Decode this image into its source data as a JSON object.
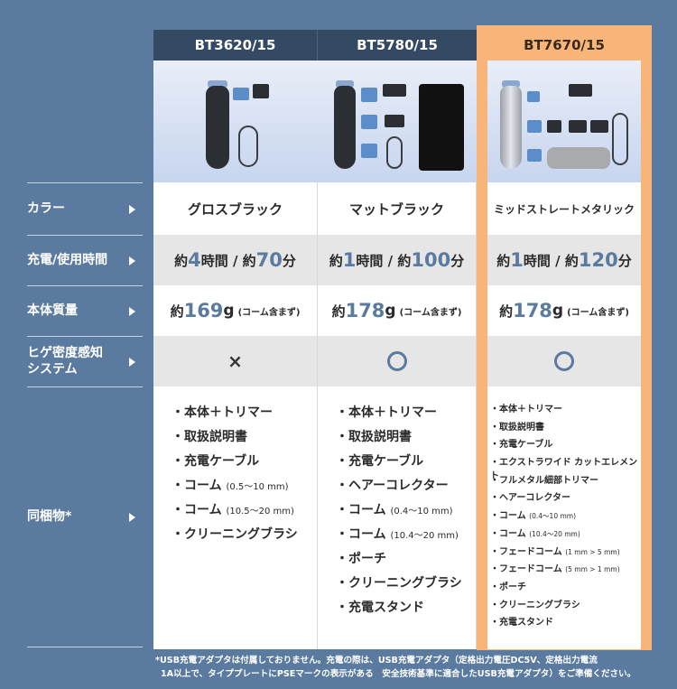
{
  "models": [
    {
      "name": "BT3620/15",
      "color": "グロスブラック",
      "time_prefix": "約",
      "time_charge": "4",
      "time_mid": "時間 / 約",
      "time_use": "70",
      "time_suffix": "分",
      "mass_prefix": "約",
      "mass_value": "169",
      "mass_unit": "g",
      "mass_note": "(コーム含まず)",
      "sensor": "×",
      "items": [
        {
          "text": "・本体＋トリマー",
          "sub": ""
        },
        {
          "text": "・取扱説明書",
          "sub": ""
        },
        {
          "text": "・充電ケーブル",
          "sub": ""
        },
        {
          "text": "・コーム",
          "sub": "(0.5〜10 mm)"
        },
        {
          "text": "・コーム",
          "sub": "(10.5〜20 mm)"
        },
        {
          "text": "・クリーニングブラシ",
          "sub": ""
        }
      ]
    },
    {
      "name": "BT5780/15",
      "color": "マットブラック",
      "time_prefix": "約",
      "time_charge": "1",
      "time_mid": "時間 / 約",
      "time_use": "100",
      "time_suffix": "分",
      "mass_prefix": "約",
      "mass_value": "178",
      "mass_unit": "g",
      "mass_note": "(コーム含まず)",
      "sensor": "○",
      "items": [
        {
          "text": "・本体＋トリマー",
          "sub": ""
        },
        {
          "text": "・取扱説明書",
          "sub": ""
        },
        {
          "text": "・充電ケーブル",
          "sub": ""
        },
        {
          "text": "・ヘアーコレクター",
          "sub": ""
        },
        {
          "text": "・コーム",
          "sub": "(0.4〜10 mm)"
        },
        {
          "text": "・コーム",
          "sub": "(10.4〜20 mm)"
        },
        {
          "text": "・ポーチ",
          "sub": ""
        },
        {
          "text": "・クリーニングブラシ",
          "sub": ""
        },
        {
          "text": "・充電スタンド",
          "sub": ""
        }
      ]
    },
    {
      "name": "BT7670/15",
      "color": "ミッドストレートメタリック",
      "time_prefix": "約",
      "time_charge": "1",
      "time_mid": "時間 / 約",
      "time_use": "120",
      "time_suffix": "分",
      "mass_prefix": "約",
      "mass_value": "178",
      "mass_unit": "g",
      "mass_note": "(コーム含まず)",
      "sensor": "○",
      "items": [
        {
          "text": "・本体＋トリマー",
          "sub": ""
        },
        {
          "text": "・取扱説明書",
          "sub": ""
        },
        {
          "text": "・充電ケーブル",
          "sub": ""
        },
        {
          "text": "・エクストラワイド カットエレメント",
          "sub": ""
        },
        {
          "text": "・フルメタル細部トリマー",
          "sub": ""
        },
        {
          "text": "・ヘアーコレクター",
          "sub": ""
        },
        {
          "text": "・コーム",
          "sub": "(0.4〜10 mm)"
        },
        {
          "text": "・コーム",
          "sub": "(10.4〜20 mm)"
        },
        {
          "text": "・フェードコーム",
          "sub": "(1 mm > 5 mm)"
        },
        {
          "text": "・フェードコーム",
          "sub": "(5 mm > 1 mm)"
        },
        {
          "text": "・ポーチ",
          "sub": ""
        },
        {
          "text": "・クリーニングブラシ",
          "sub": ""
        },
        {
          "text": "・充電スタンド",
          "sub": ""
        }
      ]
    }
  ],
  "row_labels": {
    "color": "カラー",
    "time": "充電/使用時間",
    "mass": "本体質量",
    "sensor_line1": "ヒゲ密度感知",
    "sensor_line2": "システム",
    "items": "同梱物*"
  },
  "footnote": {
    "line1": "*USB充電アダプタは付属しておりません。充電の際は、USB充電アダプタ（定格出力電圧DC5V、定格出力電流",
    "line2": "1A以上で、タイププレートにPSEマークの表示がある　安全技術基準に適合したUSB充電アダプタ）をご準備ください。"
  },
  "colors": {
    "background": "#5a7aa0",
    "header": "#344a63",
    "highlight": "#f8b57a",
    "accent_number": "#5a7aa0"
  }
}
